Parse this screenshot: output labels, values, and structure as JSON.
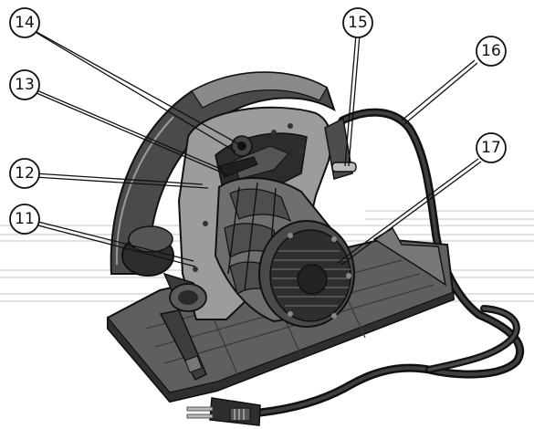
{
  "callouts": [
    {
      "id": "14",
      "label": "14"
    },
    {
      "id": "13",
      "label": "13"
    },
    {
      "id": "12",
      "label": "12"
    },
    {
      "id": "11",
      "label": "11"
    },
    {
      "id": "15",
      "label": "15"
    },
    {
      "id": "16",
      "label": "16"
    },
    {
      "id": "17",
      "label": "17"
    }
  ],
  "colors": {
    "body_dark": "#3b3b3b",
    "body_mid": "#6e6e6e",
    "body_light": "#a9a9a9",
    "outline": "#111111",
    "background_lines": "#d9d9d9"
  }
}
